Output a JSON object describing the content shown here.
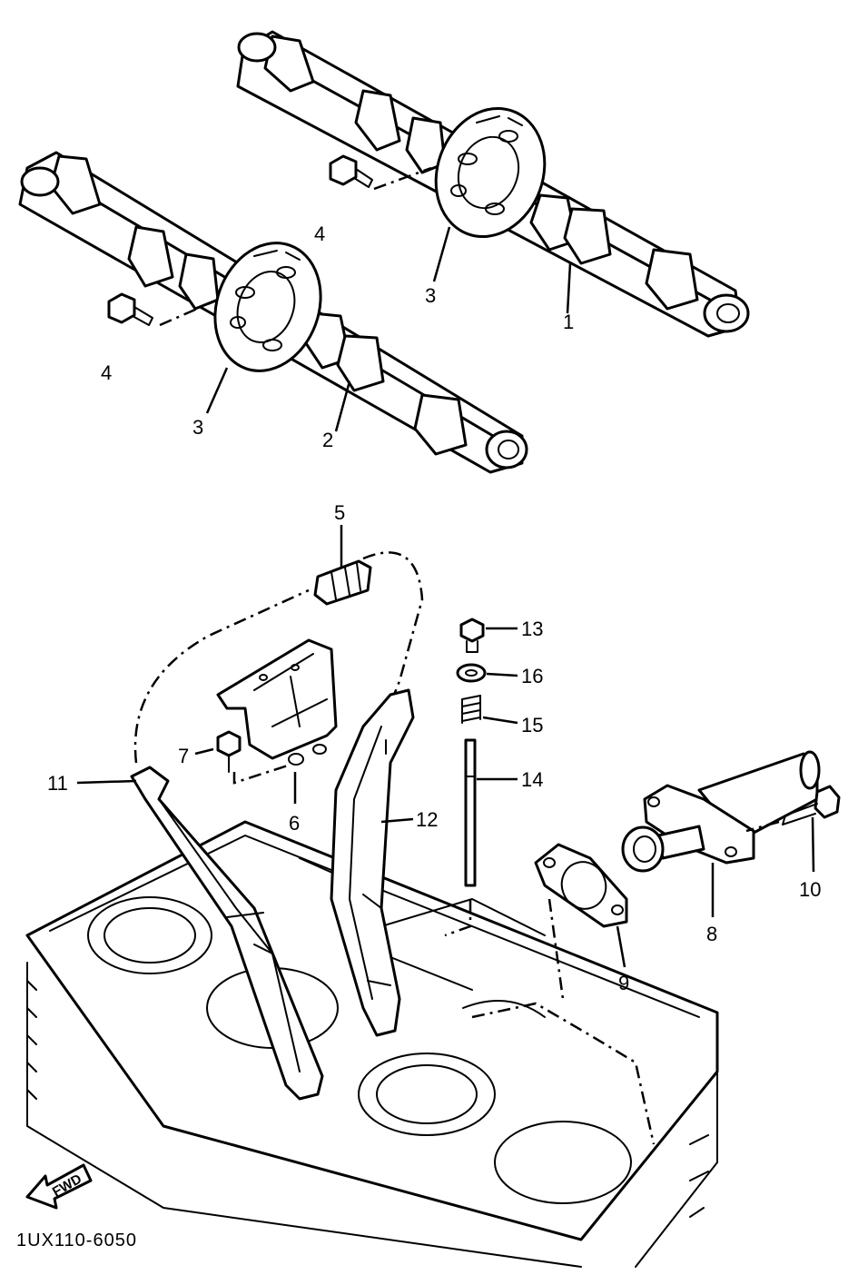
{
  "callouts": {
    "c1": "1",
    "c2": "2",
    "c3a": "3",
    "c3b": "3",
    "c4a": "4",
    "c4b": "4",
    "c5": "5",
    "c6": "6",
    "c7": "7",
    "c8": "8",
    "c9": "9",
    "c10": "10",
    "c11": "11",
    "c12": "12",
    "c13": "13",
    "c14": "14",
    "c15": "15",
    "c16": "16"
  },
  "fwd_label": "FWD",
  "drawing_code": "1UX110-6050"
}
